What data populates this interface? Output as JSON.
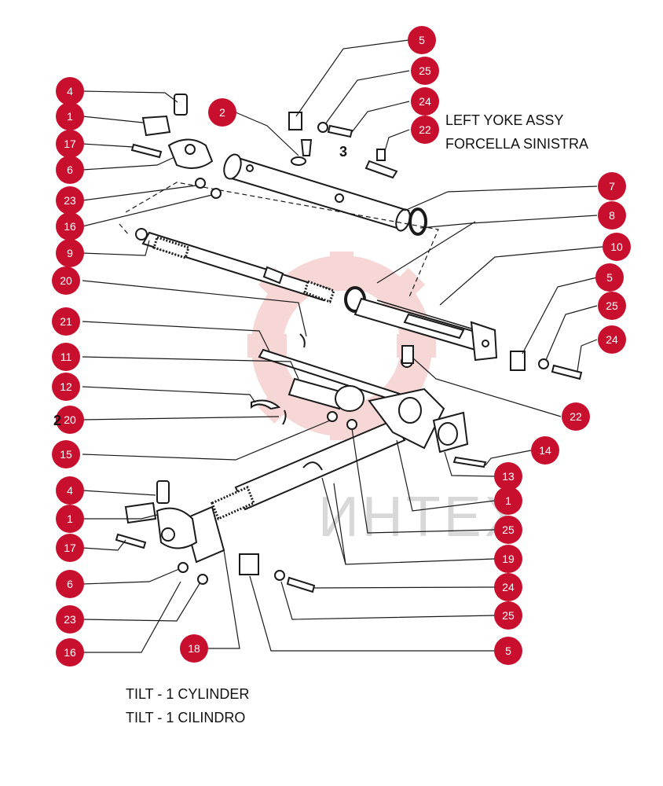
{
  "assembly_title": {
    "line1": "LEFT YOKE ASSY",
    "line2": "FORCELLA SINISTRA"
  },
  "cylinder_caption": {
    "line1": "TILT - 1 CYLINDER",
    "line2": "TILT - 1 CILINDRO"
  },
  "watermark": "ИНТЕХ",
  "plain_labels": {
    "part3": "3",
    "part20_partial": "2"
  },
  "callouts": [
    {
      "id": "c5a",
      "text": "5"
    },
    {
      "id": "c25a",
      "text": "25"
    },
    {
      "id": "c24a",
      "text": "24"
    },
    {
      "id": "c22a",
      "text": "22"
    },
    {
      "id": "c4a",
      "text": "4"
    },
    {
      "id": "c1a",
      "text": "1"
    },
    {
      "id": "c17a",
      "text": "17"
    },
    {
      "id": "c6a",
      "text": "6"
    },
    {
      "id": "c2",
      "text": "2"
    },
    {
      "id": "c23a",
      "text": "23"
    },
    {
      "id": "c16a",
      "text": "16"
    },
    {
      "id": "c9",
      "text": "9"
    },
    {
      "id": "c7",
      "text": "7"
    },
    {
      "id": "c8",
      "text": "8"
    },
    {
      "id": "c10",
      "text": "10"
    },
    {
      "id": "c20a",
      "text": "20"
    },
    {
      "id": "c5b",
      "text": "5"
    },
    {
      "id": "c25b",
      "text": "25"
    },
    {
      "id": "c21",
      "text": "21"
    },
    {
      "id": "c24b",
      "text": "24"
    },
    {
      "id": "c11",
      "text": "11"
    },
    {
      "id": "c12",
      "text": "12"
    },
    {
      "id": "c22b",
      "text": "22"
    },
    {
      "id": "c20b",
      "text": "20"
    },
    {
      "id": "c15",
      "text": "15"
    },
    {
      "id": "c14",
      "text": "14"
    },
    {
      "id": "c13",
      "text": "13"
    },
    {
      "id": "c4b",
      "text": "4"
    },
    {
      "id": "c1b",
      "text": "1"
    },
    {
      "id": "c1c",
      "text": "1"
    },
    {
      "id": "c25c",
      "text": "25"
    },
    {
      "id": "c17b",
      "text": "17"
    },
    {
      "id": "c19",
      "text": "19"
    },
    {
      "id": "c6b",
      "text": "6"
    },
    {
      "id": "c24c",
      "text": "24"
    },
    {
      "id": "c23b",
      "text": "23"
    },
    {
      "id": "c25d",
      "text": "25"
    },
    {
      "id": "c18",
      "text": "18"
    },
    {
      "id": "c16b",
      "text": "16"
    },
    {
      "id": "c5c",
      "text": "5"
    }
  ],
  "colors": {
    "callout_fill": "#c8102e",
    "line": "#1a1a1a",
    "watermark_logo": "#f2b6b6"
  }
}
